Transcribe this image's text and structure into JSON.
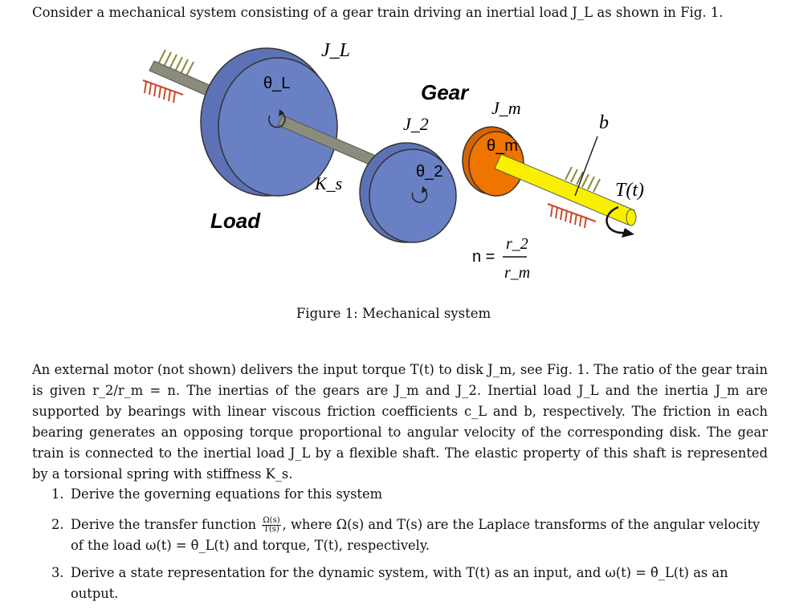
{
  "intro": "Consider a mechanical system consisting of a gear train driving an inertial load J_L as shown in Fig. 1.",
  "figure": {
    "labels": {
      "JL": "J_L",
      "thetaL": "θ_L",
      "gear": "Gear",
      "Jm": "J_m",
      "J2": "J_2",
      "thetam": "θ_m",
      "b": "b",
      "theta2": "θ_2",
      "Ks": "K_s",
      "Tt": "T(t)",
      "load": "Load",
      "n_eq": "n =",
      "r2": "r_2",
      "rm": "r_m"
    },
    "colors": {
      "disk": "#6a80c4",
      "gear_small": "#f07400",
      "shaft": "#8c8c7c",
      "motor_shaft": "#f8f000",
      "bearing": "#c84a2c",
      "hatch": "#8a8a3c"
    }
  },
  "caption": "Figure 1: Mechanical system",
  "paragraph": "An external motor (not shown) delivers the input torque T(t) to disk J_m, see Fig. 1. The ratio of the gear train is given r_2/r_m = n. The inertias of the gears are J_m and J_2. Inertial load J_L and the inertia J_m are supported by bearings with linear viscous friction coefficients c_L and b, respectively. The friction in each bearing generates an opposing torque proportional to angular velocity of the corresponding disk. The gear train is connected to the inertial load J_L by a flexible shaft. The elastic property of this shaft is represented by a torsional spring with stiffness K_s.",
  "tasks": [
    {
      "num": "1.",
      "text": "Derive the governing equations for this system"
    },
    {
      "num": "2.",
      "text_a": "Derive the transfer function",
      "frac_num": "Ω(s)",
      "frac_den": "T(s)",
      "text_b": ", where Ω(s) and T(s) are the Laplace transforms of the angular velocity of the load ω(t) = θ̇_L(t) and torque, T(t), respectively."
    },
    {
      "num": "3.",
      "text": "Derive a state representation for the dynamic system, with T(t) as an input, and ω(t) = θ̇_L(t) as an output."
    }
  ]
}
